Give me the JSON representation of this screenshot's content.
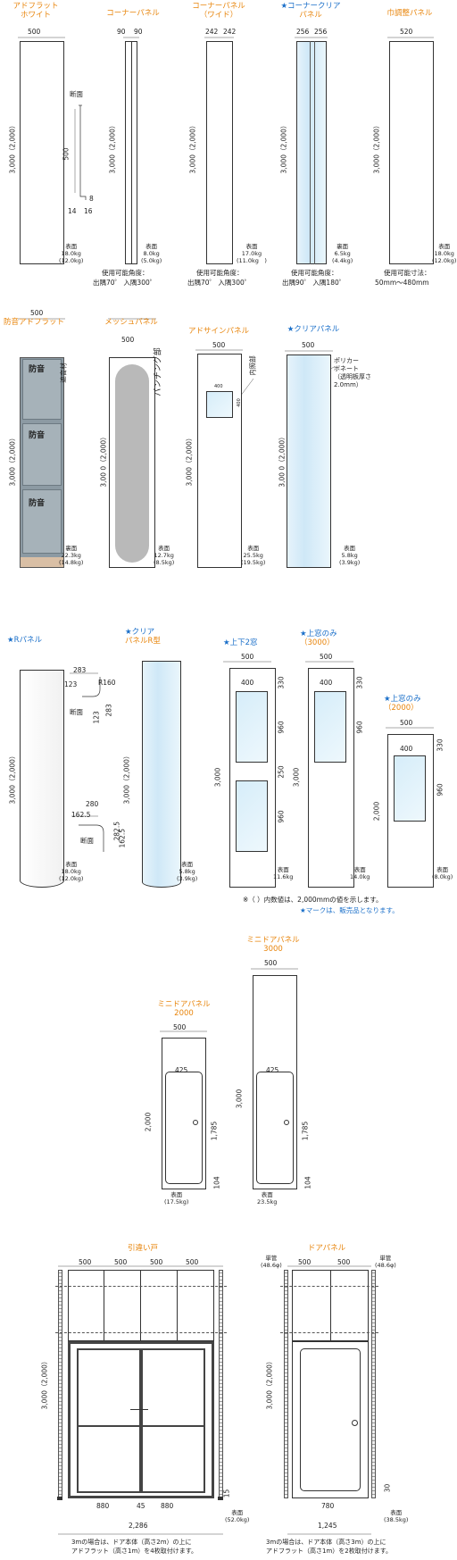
{
  "row1": {
    "p1": {
      "title_1": "アドフラット",
      "title_2": "ホワイト",
      "w": "500",
      "h": "3,000（2,000）",
      "weight_1": "表面",
      "weight_2": "18.0kg",
      "weight_3": "(12.0kg)",
      "section_label": "断面",
      "section_h": "500",
      "section_d1": "14",
      "section_d2": "16",
      "section_d3": "8"
    },
    "p2": {
      "title_1": "コーナーパネル",
      "w1": "90",
      "w2": "90",
      "h": "3,000（2,000）",
      "weight_1": "表面",
      "weight_2": "8.0kg",
      "weight_3": "(5.0kg)",
      "note_1": "使用可能角度：",
      "note_2": "出隅70゜ 入隅300゜"
    },
    "p3": {
      "title_1": "コーナーパネル",
      "title_2": "（ワイド）",
      "w1": "242",
      "w2": "242",
      "h": "3,000（2,000）",
      "weight_1": "表面",
      "weight_2": "17.0kg",
      "weight_3": "(11.0kg　)",
      "note_1": "使用可能角度：",
      "note_2": "出隅70゜ 入隅300゜"
    },
    "p4": {
      "title_1": "★コーナークリア",
      "title_2": "パネル",
      "w1": "256",
      "w2": "256",
      "h": "3,000（2,000）",
      "weight_1": "裏面",
      "weight_2": "6.5kg",
      "weight_3": "(4.4kg)",
      "note_1": "使用可能角度：",
      "note_2": "出隅90゜ 入隅180゜"
    },
    "p5": {
      "title_1": "巾調整パネル",
      "w": "520",
      "h": "3,000（2,000）",
      "weight_1": "表面",
      "weight_2": "18.0kg",
      "weight_3": "(12.0kg)",
      "note_1": "使用可能寸法：",
      "note_2": "50mm〜480mm"
    }
  },
  "row2": {
    "p1": {
      "title": "防音アドフラット",
      "w": "500",
      "h": "3,000（2,000）",
      "panel_label": "防音",
      "callout": "遮音材",
      "weight_1": "裏面",
      "weight_2": "22.3kg",
      "weight_3": "(14.8kg)"
    },
    "p2": {
      "title": "メッシュパネル",
      "w": "500",
      "h": "3,00 0（2,000）",
      "callout": "パンチング部",
      "weight_1": "表面",
      "weight_2": "12.7kg",
      "weight_3": "(8.5kg)"
    },
    "p3": {
      "title": "アドサインパネル",
      "w": "500",
      "h": "3,000（2,000）",
      "callout": "内照部",
      "win_w": "400",
      "win_h": "400",
      "weight_1": "表面",
      "weight_2": "25.5kg",
      "weight_3": "(19.5kg)"
    },
    "p4": {
      "title": "★クリアパネル",
      "w": "500",
      "h": "3,00 0（2,000）",
      "callout_1": "ポリカー",
      "callout_2": "ボネート",
      "callout_3": "（透明板厚さ",
      "callout_4": "2.0mm）",
      "weight_1": "表面",
      "weight_2": "5.8kg",
      "weight_3": "(3.9kg)"
    }
  },
  "row3": {
    "p1": {
      "title": "★Rパネル",
      "h": "3,000（2,000）",
      "d1": "283",
      "d2": "123",
      "d3": "R160",
      "d4": "123",
      "d5": "283",
      "d6": "280",
      "d7": "162.5",
      "d8": "282.5",
      "d9": "162.5",
      "section_label": "断面",
      "weight_1": "表面",
      "weight_2": "18.0kg",
      "weight_3": "(12.0kg)"
    },
    "p2": {
      "title_1": "★クリア",
      "title_2": "パネルR型",
      "h": "3,000（2,000）",
      "weight_1": "表面",
      "weight_2": "5.8kg",
      "weight_3": "(3.9kg)"
    },
    "p3": {
      "title": "★上下2窓",
      "w": "500",
      "win_w": "400",
      "h": "3,000",
      "d1": "330",
      "d2": "960",
      "d3": "250",
      "d4": "960",
      "weight_1": "表面",
      "weight_2": "11.6kg"
    },
    "p4": {
      "title_1": "★上窓のみ",
      "title_2": "（3000）",
      "w": "500",
      "win_w": "400",
      "h": "3,000",
      "d1": "330",
      "d2": "960",
      "weight_1": "表面",
      "weight_2": "14.0kg"
    },
    "p5": {
      "title_1": "★上窓のみ",
      "title_2": "（2000）",
      "w": "500",
      "win_w": "400",
      "h": "2,000",
      "d1": "330",
      "d2": "960",
      "weight_1": "表面",
      "weight_2": "(8.0kg)"
    },
    "note_1": "※（ ）内数値は、2,000mmの値を示します。",
    "note_2": "★マークは、販売品となります。"
  },
  "row4": {
    "p1": {
      "title_1": "ミニドアパネル",
      "title_2": "2000",
      "w": "500",
      "door_w": "425",
      "h": "2,000",
      "door_h": "1,785",
      "bottom": "104",
      "weight_1": "表面",
      "weight_2": "(17.5kg)"
    },
    "p2": {
      "title_1": "ミニドアパネル",
      "title_2": "3000",
      "w": "500",
      "door_w": "425",
      "h": "3,000",
      "door_h": "1,785",
      "bottom": "104",
      "weight_1": "表面",
      "weight_2": "23.5kg"
    }
  },
  "row5": {
    "p1": {
      "title": "引違い戸",
      "w": [
        "500",
        "500",
        "500",
        "500"
      ],
      "h": "3,000（2,000）",
      "door_w1": "880",
      "door_c": "45",
      "door_w2": "880",
      "total_w": "2,286",
      "side": "15",
      "weight_1": "表面",
      "weight_2": "(52.0kg)",
      "note_1": "3mの場合は、ドア本体（高さ2m）の上に",
      "note_2": "アドフラット（高さ1m）を4枚取付けます。"
    },
    "p2": {
      "title": "ドアパネル",
      "w": [
        "500",
        "500"
      ],
      "pipe_l_1": "単管",
      "pipe_l_2": "(48.6φ)",
      "pipe_r_1": "単管",
      "pipe_r_2": "(48.6φ)",
      "h": "3,000（2,000）",
      "door_w": "780",
      "total_w": "1,245",
      "side": "30",
      "weight_1": "表面",
      "weight_2": "(38.5kg)",
      "note_1": "3mの場合は、ドア本体（高さ3m）の上に",
      "note_2": "アドフラット（高さ1m）を2枚取付けます。"
    }
  },
  "colors": {
    "title": "#e8850c",
    "star": "#1a6fc9",
    "line": "#333333",
    "glass": "#cfe8f7",
    "acoustic": "#8c9aa3",
    "base": "#d9bfa5"
  }
}
